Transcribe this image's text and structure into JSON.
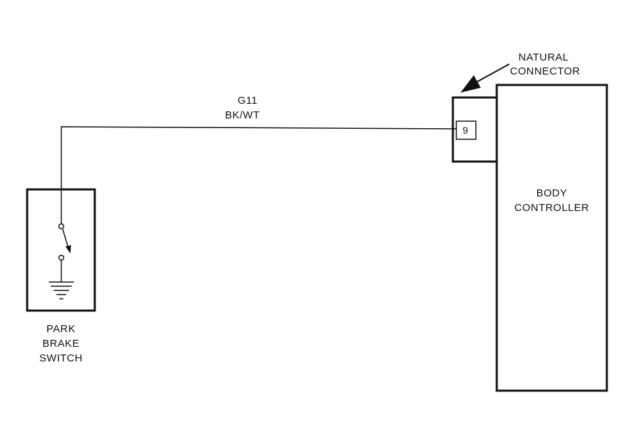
{
  "wire": {
    "circuit": "G11",
    "color_code": "BK/WT"
  },
  "connector": {
    "name_line1": "NATURAL",
    "name_line2": "CONNECTOR",
    "pin": "9"
  },
  "body_controller": {
    "line1": "BODY",
    "line2": "CONTROLLER"
  },
  "park_brake_switch": {
    "line1": "PARK",
    "line2": "BRAKE",
    "line3": "SWITCH"
  },
  "colors": {
    "line": "#111111",
    "background": "#ffffff"
  }
}
